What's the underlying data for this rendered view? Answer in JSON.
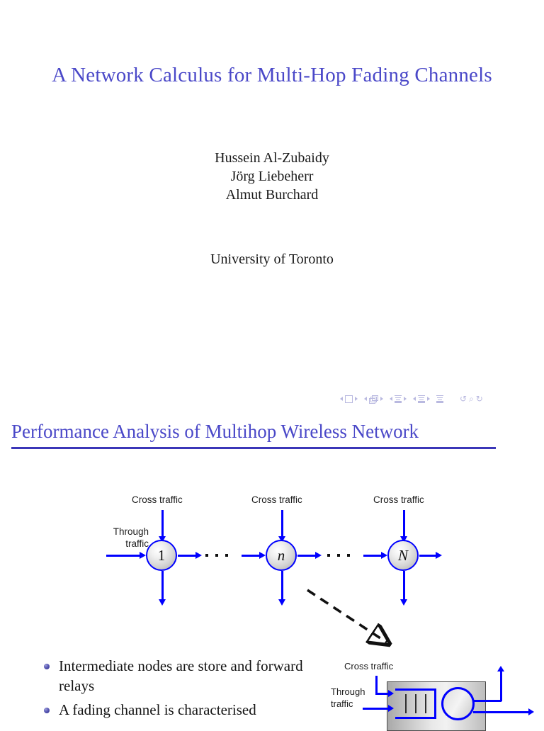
{
  "slide_title": {
    "title": "A Network Calculus for Multi-Hop Fading Channels",
    "authors": [
      "Hussein Al-Zubaidy",
      "Jörg Liebeherr",
      "Almut Burchard"
    ],
    "affiliation": "University of Toronto"
  },
  "navigation": {
    "icons": [
      "slide-prev-icon",
      "slide-box-icon",
      "slide-next-icon",
      "frame-prev-icon",
      "frame-stack-icon",
      "frame-next-icon",
      "subsection-prev-icon",
      "subsection-icon",
      "subsection-next-icon",
      "section-prev-icon",
      "section-icon",
      "section-next-icon",
      "presentation-icon",
      "back-icon",
      "search-icon",
      "forward-icon"
    ],
    "back_glyph": "↺",
    "search_glyph": "⌕",
    "forward_glyph": "↻"
  },
  "slide_content": {
    "heading": "Performance Analysis of Multihop Wireless Network",
    "diagram": {
      "nodes": [
        {
          "label": "1",
          "cross_traffic_label": "Cross traffic"
        },
        {
          "label": "n",
          "cross_traffic_label": "Cross traffic"
        },
        {
          "label": "N",
          "cross_traffic_label": "Cross traffic"
        }
      ],
      "through_traffic_label_line1": "Through",
      "through_traffic_label_line2": "traffic",
      "ellipsis": "..."
    },
    "bullets": [
      "Intermediate nodes are store and forward relays",
      "A fading channel is characterised"
    ],
    "detail": {
      "cross_traffic_label": "Cross traffic",
      "through_traffic_label_line1": "Through",
      "through_traffic_label_line2": "traffic",
      "packet_count": 3
    }
  },
  "colors": {
    "title_blue": "#4a48c8",
    "rule_blue": "#3b36b8",
    "arrow_blue": "#0000ff",
    "nav_lavender": "#b9b9e0",
    "bullet_blue": "#2b2b8a",
    "text_black": "#141414"
  }
}
